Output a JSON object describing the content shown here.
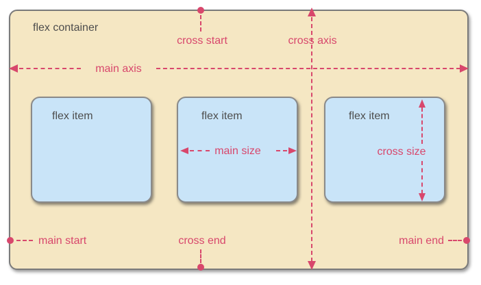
{
  "container": {
    "label": "flex container"
  },
  "items": [
    {
      "label": "flex item"
    },
    {
      "label": "flex item"
    },
    {
      "label": "flex item"
    }
  ],
  "annotations": {
    "cross_start": "cross start",
    "cross_axis": "cross axis",
    "main_axis": "main axis",
    "main_size": "main size",
    "cross_size": "cross size",
    "main_start": "main start",
    "cross_end": "cross end",
    "main_end": "main end"
  },
  "colors": {
    "page_bg": "#FFFFFF",
    "container_fill": "#F5E7C3",
    "container_border": "#7A7A7A",
    "item_fill": "#C9E4F8",
    "item_border": "#8A8A8A",
    "accent": "#D8476C",
    "label_text": "#4D4D4D"
  }
}
